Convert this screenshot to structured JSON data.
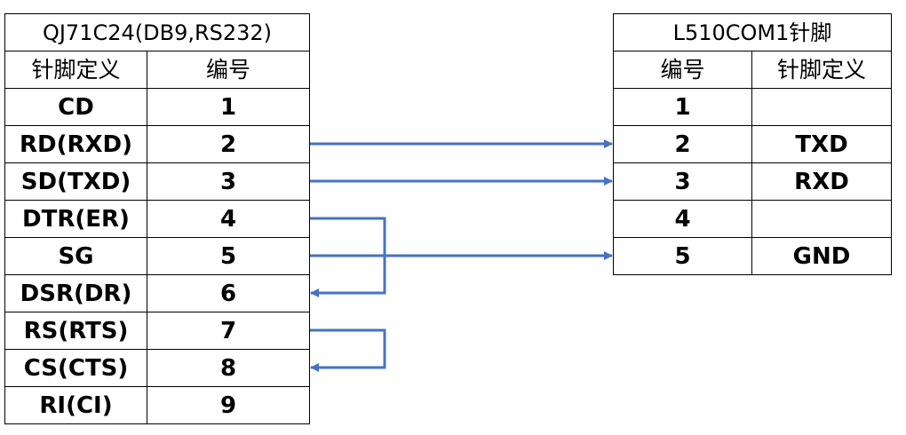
{
  "left_table": {
    "title": "QJ71C24(DB9,RS232)",
    "headers": {
      "definition": "针脚定义",
      "number": "编号"
    },
    "rows": [
      {
        "definition": "CD",
        "number": "1"
      },
      {
        "definition": "RD(RXD)",
        "number": "2"
      },
      {
        "definition": "SD(TXD)",
        "number": "3"
      },
      {
        "definition": "DTR(ER)",
        "number": "4"
      },
      {
        "definition": "SG",
        "number": "5"
      },
      {
        "definition": "DSR(DR)",
        "number": "6"
      },
      {
        "definition": "RS(RTS)",
        "number": "7"
      },
      {
        "definition": "CS(CTS)",
        "number": "8"
      },
      {
        "definition": "RI(CI)",
        "number": "9"
      }
    ]
  },
  "right_table": {
    "title": "L510COM1针脚",
    "headers": {
      "number": "编号",
      "definition": "针脚定义"
    },
    "rows": [
      {
        "number": "1",
        "definition": ""
      },
      {
        "number": "2",
        "definition": "TXD"
      },
      {
        "number": "3",
        "definition": "RXD"
      },
      {
        "number": "4",
        "definition": ""
      },
      {
        "number": "5",
        "definition": "GND"
      }
    ]
  },
  "connections": [
    {
      "type": "cross",
      "from_left_pin": "2",
      "to_right_pin": "2"
    },
    {
      "type": "cross",
      "from_left_pin": "3",
      "to_right_pin": "3"
    },
    {
      "type": "cross",
      "from_left_pin": "5",
      "to_right_pin": "5"
    },
    {
      "type": "loopback",
      "from_left_pin": "4",
      "to_left_pin": "6"
    },
    {
      "type": "loopback",
      "from_left_pin": "7",
      "to_left_pin": "8"
    }
  ],
  "colors": {
    "wire": "#4472C4",
    "border": "#000000",
    "text": "#000000"
  }
}
